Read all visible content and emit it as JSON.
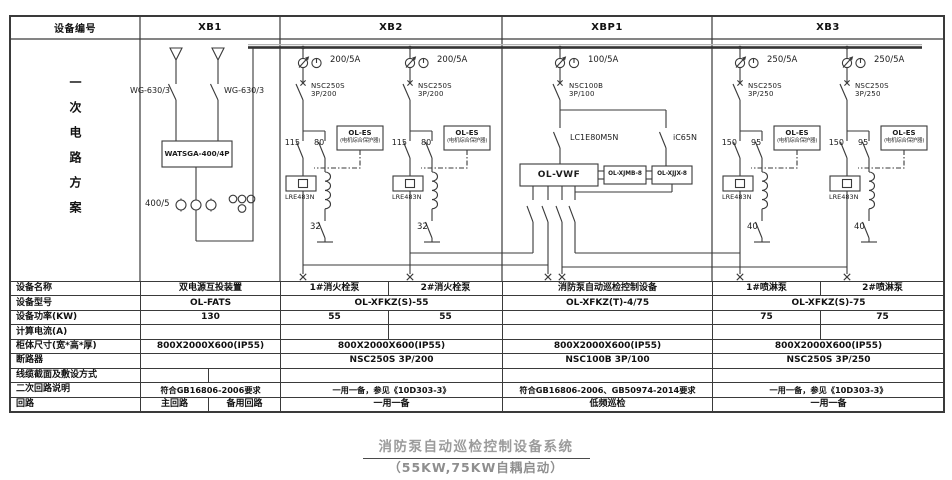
{
  "sheet": {
    "header": {
      "device_no_label": "设备编号",
      "col_xb1": "XB1",
      "col_xb2": "XB2",
      "col_xbp1": "XBP1",
      "col_xb3": "XB3"
    },
    "left_vertical_label": "一次电路方案",
    "circuit": {
      "xb1": {
        "feeder_switch_left": "WG-630/3",
        "feeder_switch_right": "WG-630/3",
        "ats_model": "WATSGA-400/4P",
        "ct_ratio": "400/5"
      },
      "xb2": {
        "ct_label": "200/5A",
        "breaker_line1": "NSC250S",
        "breaker_line2": "3P/200",
        "main_contact": "115",
        "star_contact": "80",
        "protector_name": "OL-ES",
        "protector_sub": "(电机综合保护器)",
        "thermal_relay": "LRE483N",
        "bottom_contact": "32"
      },
      "xbp1": {
        "ct_label": "100/5A",
        "breaker_line1": "NSC100B",
        "breaker_line2": "3P/100",
        "contactor": "LC1E80M5N",
        "aux_breaker": "iC65N",
        "inspection_vfd": "OL-VWF",
        "module_left": "OL-XJMB-8",
        "module_right": "OL-XJJX-8"
      },
      "xb3": {
        "ct_label": "250/5A",
        "breaker_line1": "NSC250S",
        "breaker_line2": "3P/250",
        "main_contact": "150",
        "star_contact": "95",
        "protector_name": "OL-ES",
        "protector_sub": "(电机综合保护器)",
        "thermal_relay": "LRE483N",
        "bottom_contact": "40"
      }
    },
    "table": {
      "rows": [
        {
          "label": "设备名称",
          "cells": [
            "双电源互投装置",
            "1#消火栓泵",
            "2#消火栓泵",
            "消防泵自动巡检控制设备",
            "1#喷淋泵",
            "2#喷淋泵"
          ]
        },
        {
          "label": "设备型号",
          "cells": [
            "OL-FATS",
            "OL-XFKZ(S)-55",
            "OL-XFKZ(T)-4/75",
            "OL-XFKZ(S)-75"
          ]
        },
        {
          "label": "设备功率(KW)",
          "cells": [
            "130",
            "55",
            "55",
            "",
            "75",
            "75"
          ]
        },
        {
          "label": "计算电流(A)",
          "cells": [
            "",
            "",
            "",
            "",
            "",
            ""
          ]
        },
        {
          "label": "柜体尺寸(宽*高*厚)",
          "cells": [
            "800X2000X600(IP55)",
            "800X2000X600(IP55)",
            "800X2000X600(IP55)",
            "800X2000X600(IP55)"
          ]
        },
        {
          "label": "断路器",
          "cells": [
            "",
            "NSC250S 3P/200",
            "NSC100B 3P/100",
            "NSC250S 3P/250"
          ]
        },
        {
          "label": "线缆截面及敷设方式",
          "cells": [
            "",
            "",
            "",
            "",
            ""
          ]
        },
        {
          "label": "二次回路说明",
          "cells": [
            "符合GB16806-2006要求",
            "一用一备，参见《10D303-3》",
            "符合GB16806-2006、GB50974-2014要求",
            "一用一备，参见《10D303-3》"
          ]
        },
        {
          "label": "回路",
          "cells": [
            "主回路",
            "备用回路",
            "一用一备",
            "低频巡检",
            "一用一备"
          ]
        }
      ]
    },
    "title": {
      "line1": "消防泵自动巡检控制设备系统",
      "line2": "（55KW,75KW自耦启动）"
    }
  }
}
